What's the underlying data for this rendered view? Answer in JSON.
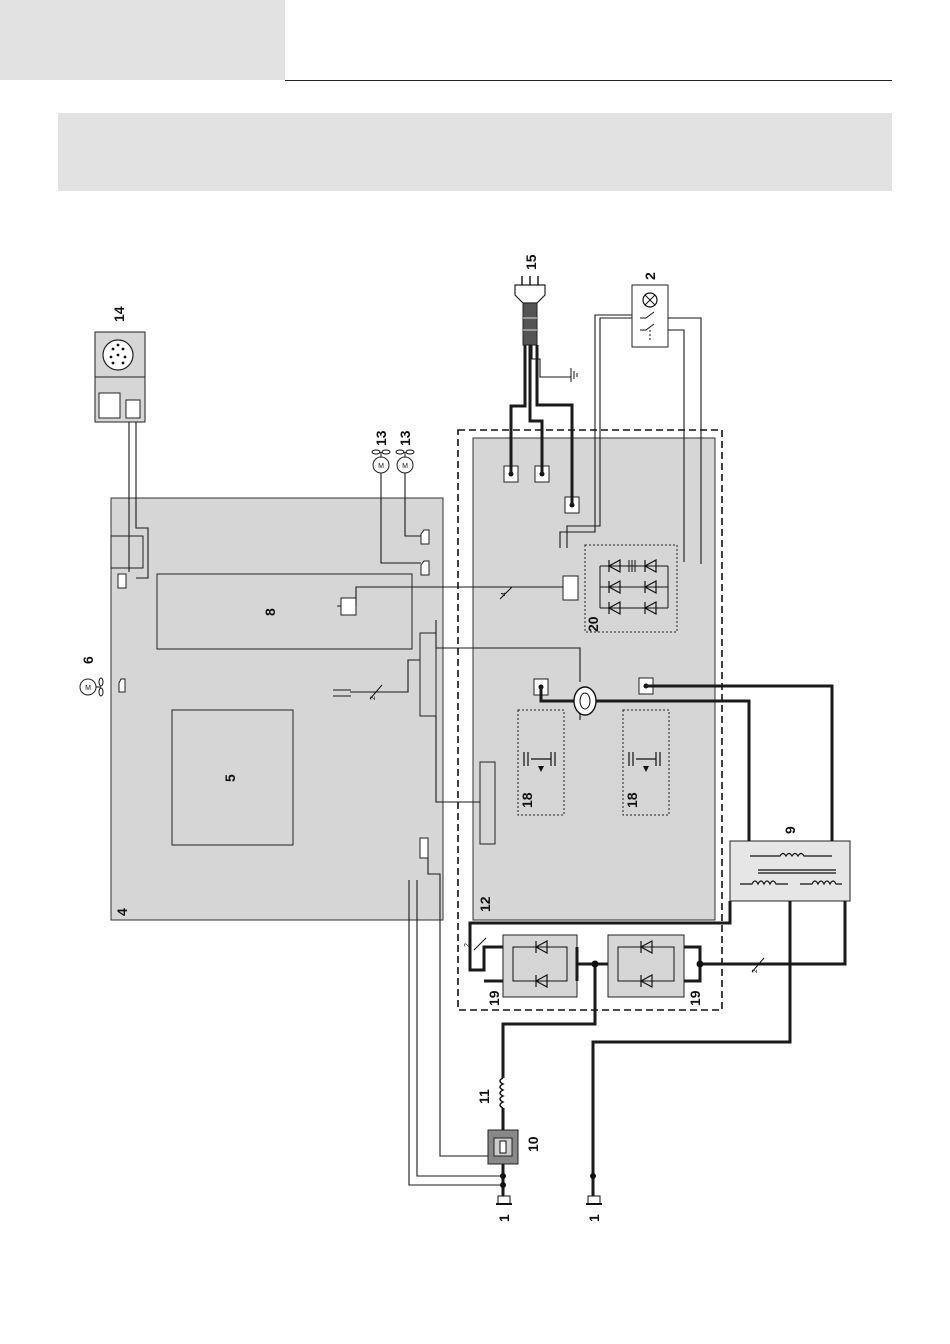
{
  "labels": {
    "n1a": "1",
    "n1b": "1",
    "n2": "2",
    "n4": "4",
    "n5": "5",
    "n6": "6",
    "n8": "8",
    "n9": "9",
    "n10": "10",
    "n11": "11",
    "n12": "12",
    "n13a": "13",
    "n13b": "13",
    "n14": "14",
    "n15": "15",
    "n18a": "18",
    "n18b": "18",
    "n19a": "19",
    "n19b": "19",
    "n20": "20"
  },
  "wire_counts": {
    "w4": "4",
    "w2a": "2",
    "w2b": "2",
    "w2c": "2"
  },
  "motor_symbol": "M",
  "colors": {
    "board": "#d6d6d6",
    "line": "#1a1a1a",
    "panel": "#e2e2e2"
  }
}
